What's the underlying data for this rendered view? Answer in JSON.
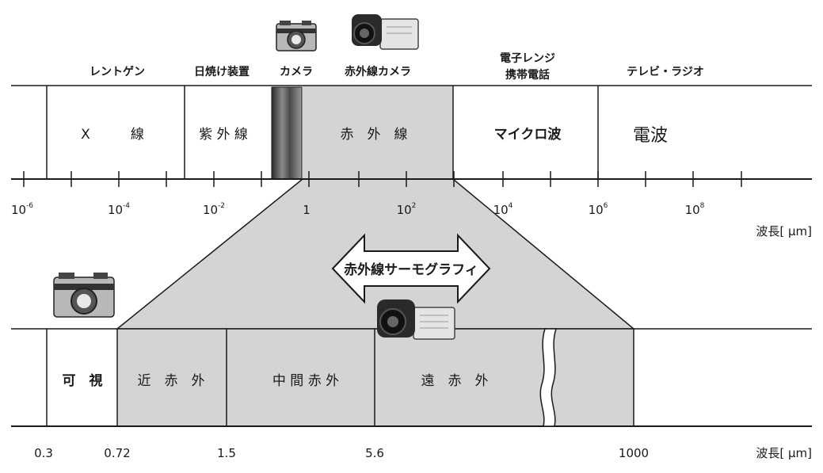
{
  "top_labels": {
    "xray_use": "レントゲン",
    "uv_use": "日焼け装置",
    "visible_use": "カメラ",
    "ir_use": "赤外線カメラ",
    "microwave_use_1": "電子レンジ",
    "microwave_use_2": "携帯電話",
    "radio_use": "テレビ・ラジオ"
  },
  "top_bands": {
    "xray": "X　　　線",
    "uv": "紫 外 線",
    "ir": "赤　外　線",
    "microwave": "マイクロ波",
    "radio": "電波"
  },
  "top_ticks": [
    {
      "base": "10",
      "exp": "-6"
    },
    {
      "base": "10",
      "exp": "-4"
    },
    {
      "base": "10",
      "exp": "-2"
    },
    {
      "base": "1",
      "exp": ""
    },
    {
      "base": "10",
      "exp": "2"
    },
    {
      "base": "10",
      "exp": "4"
    },
    {
      "base": "10",
      "exp": "6"
    },
    {
      "base": "10",
      "exp": "8"
    }
  ],
  "wavelength_unit": "波長[ μm]",
  "thermography_label": "赤外線サーモグラフィ",
  "bottom_bands": {
    "visible": "可　視",
    "near_ir": "近　赤　外",
    "mid_ir": "中 間 赤 外",
    "far_ir": "遠　赤　外"
  },
  "bottom_ticks": [
    "0.3",
    "0.72",
    "1.5",
    "5.6",
    "1000"
  ],
  "colors": {
    "ir_fill": "#d4d4d4",
    "line": "#1a1a1a",
    "visible_bar": "#555555"
  },
  "icons": [
    "camera-icon",
    "infrared-camera-icon"
  ]
}
